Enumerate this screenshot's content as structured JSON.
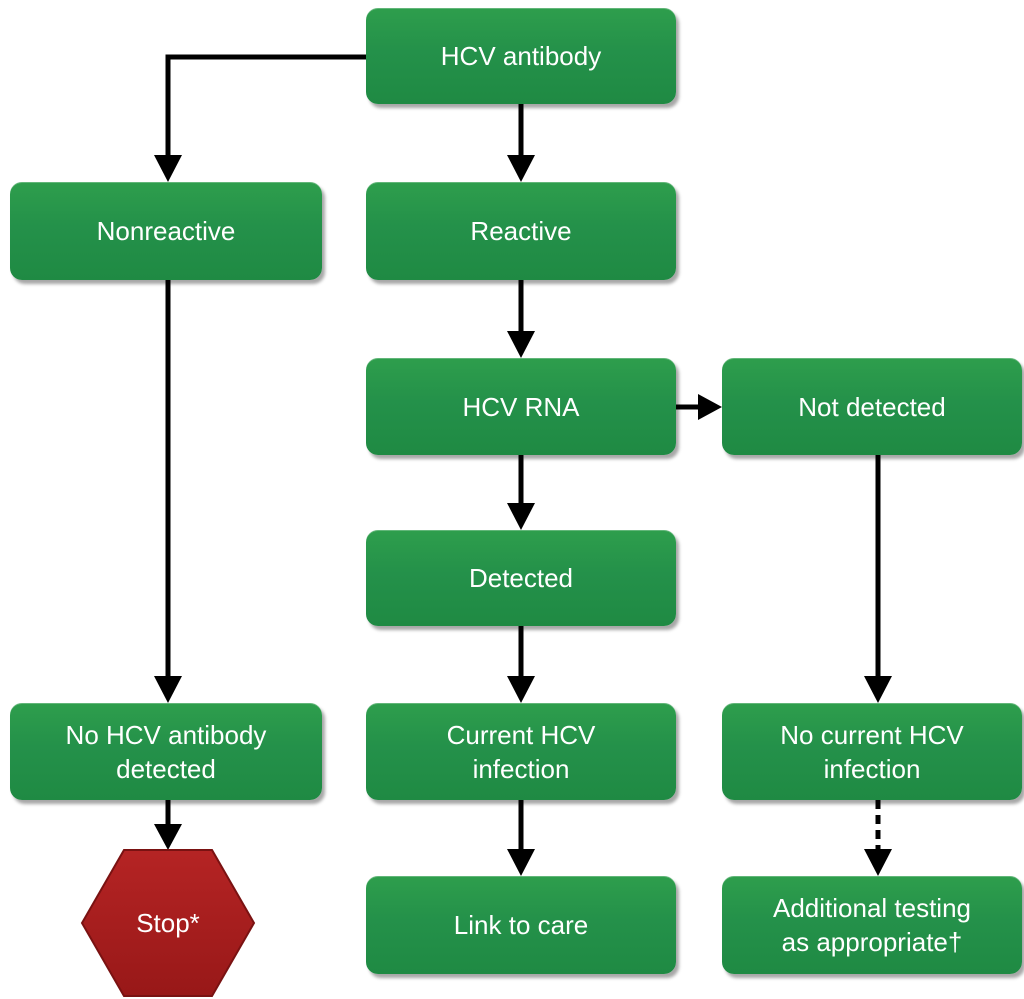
{
  "nodes": {
    "hcv_antibody": "HCV antibody",
    "nonreactive": "Nonreactive",
    "reactive": "Reactive",
    "hcv_rna": "HCV RNA",
    "not_detected": "Not detected",
    "detected": "Detected",
    "no_antibody_detected": "No HCV antibody\ndetected",
    "current_infection": "Current HCV\ninfection",
    "no_current_infection": "No current HCV\ninfection",
    "stop": "Stop*",
    "link_to_care": "Link to care",
    "additional_testing": "Additional testing\nas appropriate†"
  },
  "colors": {
    "node_fill": "#24914a",
    "stop_fill": "#a51c1c",
    "arrow": "#000000",
    "text": "#ffffff"
  }
}
